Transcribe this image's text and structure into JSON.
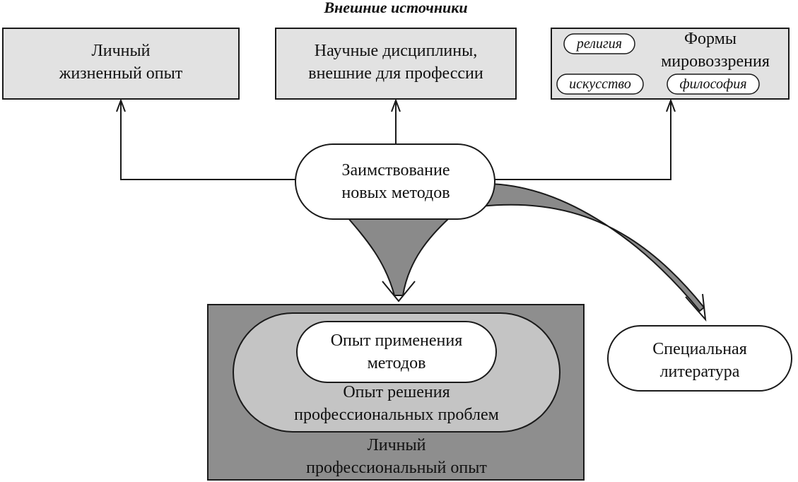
{
  "title": "Внешние источники",
  "colors": {
    "source_box_fill": "#e2e2e2",
    "outer_box_fill": "#8e8e8e",
    "middle_oval_fill": "#c4c4c4",
    "flow_arrow_fill": "#8a8a8a",
    "node_fill": "#ffffff",
    "stroke": "#1a1a1a"
  },
  "sources": {
    "personal_life": {
      "line1": "Личный",
      "line2": "жизненный опыт"
    },
    "scientific_disciplines": {
      "line1": "Научные дисциплины,",
      "line2": "внешние для профессии"
    },
    "worldview": {
      "line1": "Формы",
      "line2": "мировоззрения",
      "tags": {
        "religion": "религия",
        "art": "искусство",
        "philosophy": "философия"
      }
    }
  },
  "center": {
    "line1": "Заимствование",
    "line2": "новых методов"
  },
  "professional": {
    "outer": {
      "line1": "Личный",
      "line2": "профессиональный опыт"
    },
    "middle": {
      "line1": "Опыт решения",
      "line2": "профессиональных проблем"
    },
    "inner": {
      "line1": "Опыт применения",
      "line2": "методов"
    }
  },
  "literature": {
    "line1": "Специальная",
    "line2": "литература"
  },
  "icons": {
    "up_arrow": "arrowhead-up-icon",
    "down_arrow": "funnel-arrow-icon",
    "curved_arrow": "curved-arrow-icon"
  }
}
